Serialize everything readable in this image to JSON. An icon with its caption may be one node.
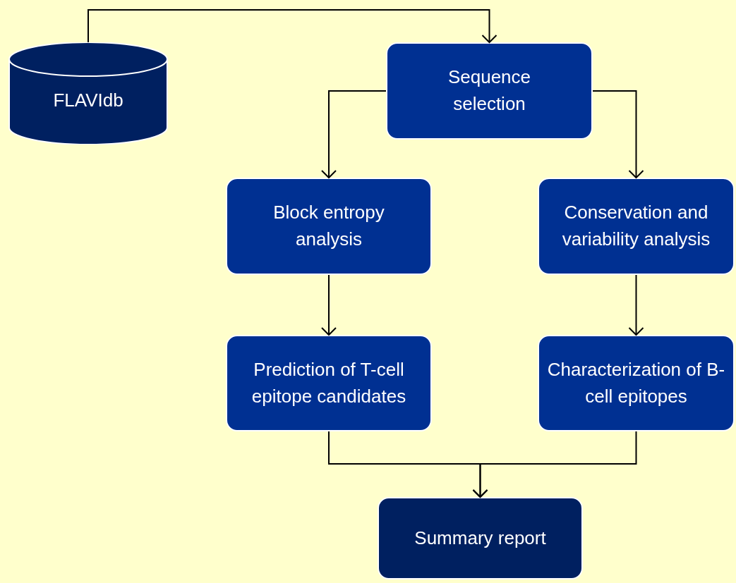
{
  "diagram": {
    "nodes": [
      {
        "text": [
          "FLAVIdb"
        ]
      },
      {
        "text": [
          "Sequence selection"
        ]
      },
      {
        "text": [
          "Block entropy analysis"
        ]
      },
      {
        "text": [
          "Conservation and variability analysis"
        ]
      },
      {
        "text": [
          "Prediction of T-cell epitope candidates"
        ]
      },
      {
        "text": [
          "Characterization of B-cell epitopes"
        ]
      },
      {
        "text": [
          "Summary report"
        ]
      }
    ],
    "edges": [
      {
        "from": 0,
        "to": 1,
        "arrow": "to"
      },
      {
        "from": 1,
        "to": 2,
        "arrow": "to"
      },
      {
        "from": 1,
        "to": 3,
        "arrow": "to"
      },
      {
        "from": 2,
        "to": 4,
        "arrow": "to"
      },
      {
        "from": 3,
        "to": 5,
        "arrow": "to"
      },
      {
        "from": 4,
        "to": 6,
        "arrow": "to"
      },
      {
        "from": 5,
        "to": 6,
        "arrow": "to"
      }
    ]
  }
}
